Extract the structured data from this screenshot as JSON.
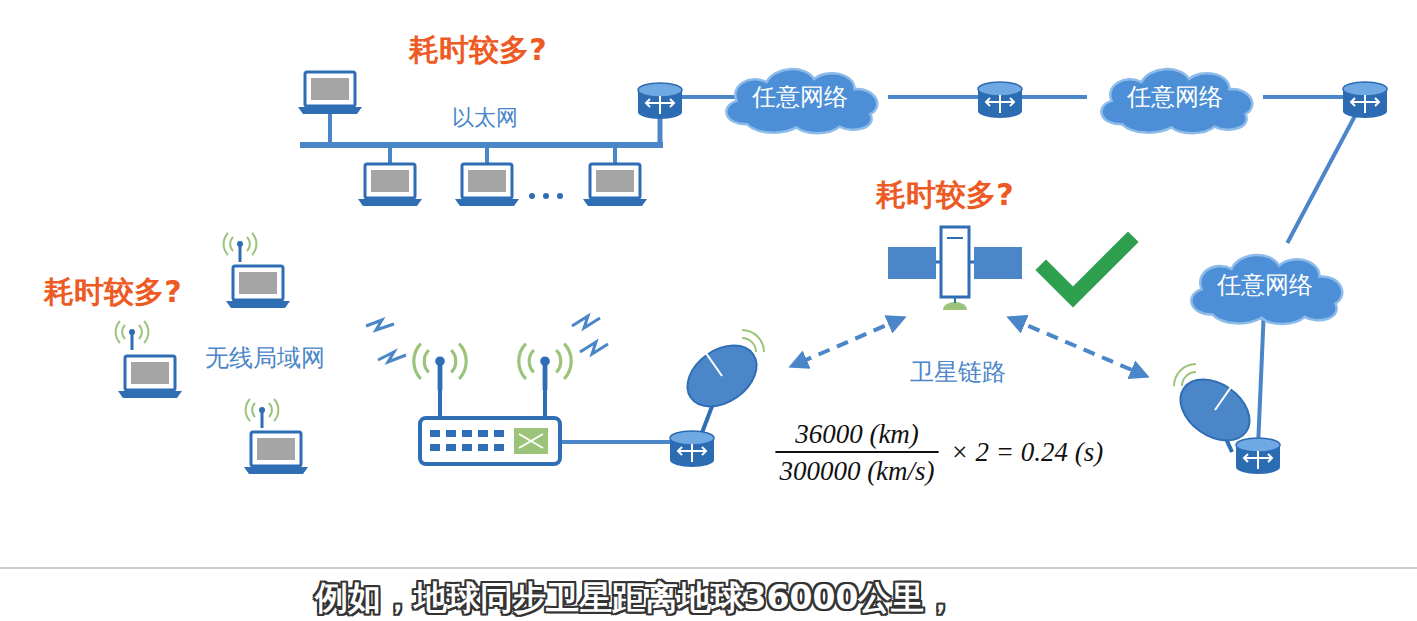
{
  "diagram": {
    "caption": "例如，地球同步卫星距离地球36000公里，",
    "nodes": [
      {
        "text": [
          "任意网络"
        ]
      },
      {
        "text": [
          "任意网络"
        ]
      },
      {
        "text": [
          "任意网络"
        ]
      }
    ],
    "edges": [
      {
        "from": 0,
        "to": 1,
        "arrow": "none"
      },
      {
        "from": 1,
        "to": 2,
        "arrow": "none"
      }
    ],
    "labels": [
      "耗时较多?",
      "以太网",
      "耗时较多?",
      "耗时较多?",
      "无线局域网",
      "卫星链路",
      "36000 (km)",
      "300000 (km/s)",
      "× 2 = 0.24 (s)"
    ]
  }
}
